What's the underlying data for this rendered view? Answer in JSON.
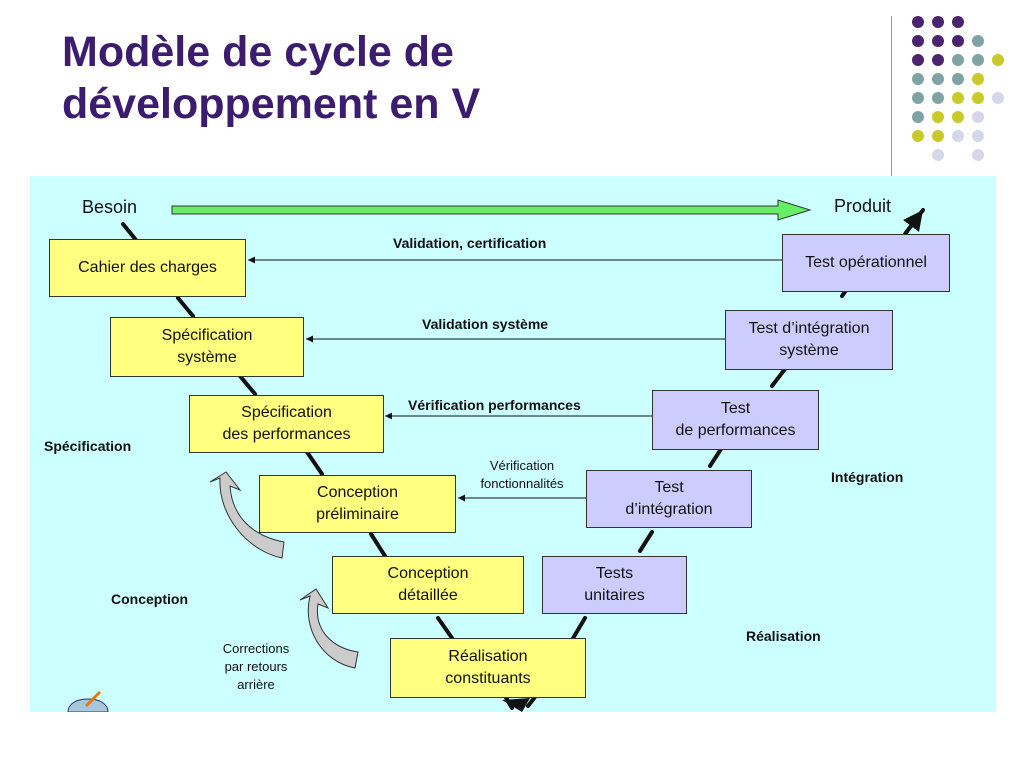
{
  "title": {
    "line1": "Modèle de cycle de",
    "line2": "développement en V"
  },
  "diagram": {
    "start_label": "Besoin",
    "end_label": "Produit",
    "left_boxes": [
      {
        "text": "Cahier des charges"
      },
      {
        "text": "Spécification\nsystème"
      },
      {
        "text": "Spécification\ndes performances"
      },
      {
        "text": "Conception\npréliminaire"
      },
      {
        "text": "Conception\ndétaillée"
      }
    ],
    "bottom_box": {
      "text": "Réalisation\nconstituants"
    },
    "right_boxes": [
      {
        "text": "Test opérationnel"
      },
      {
        "text": "Test d’intégration\nsystème"
      },
      {
        "text": "Test\nde performances"
      },
      {
        "text": "Test\nd’intégration"
      },
      {
        "text": "Tests\nunitaires"
      }
    ],
    "arrow_labels": [
      "Validation, certification",
      "Validation système",
      "Vérification performances",
      "Vérification\nfonctionnalités"
    ],
    "phases": {
      "specification": "Spécification",
      "conception": "Conception",
      "integration": "Intégration",
      "realisation": "Réalisation"
    },
    "corrections_note": "Corrections\npar retours\narrière",
    "colors": {
      "background": "#ccffff",
      "left_box": "#ffff80",
      "right_box": "#ccccff",
      "main_arrow": "#66ee66",
      "title": "#3c1c6e"
    }
  }
}
